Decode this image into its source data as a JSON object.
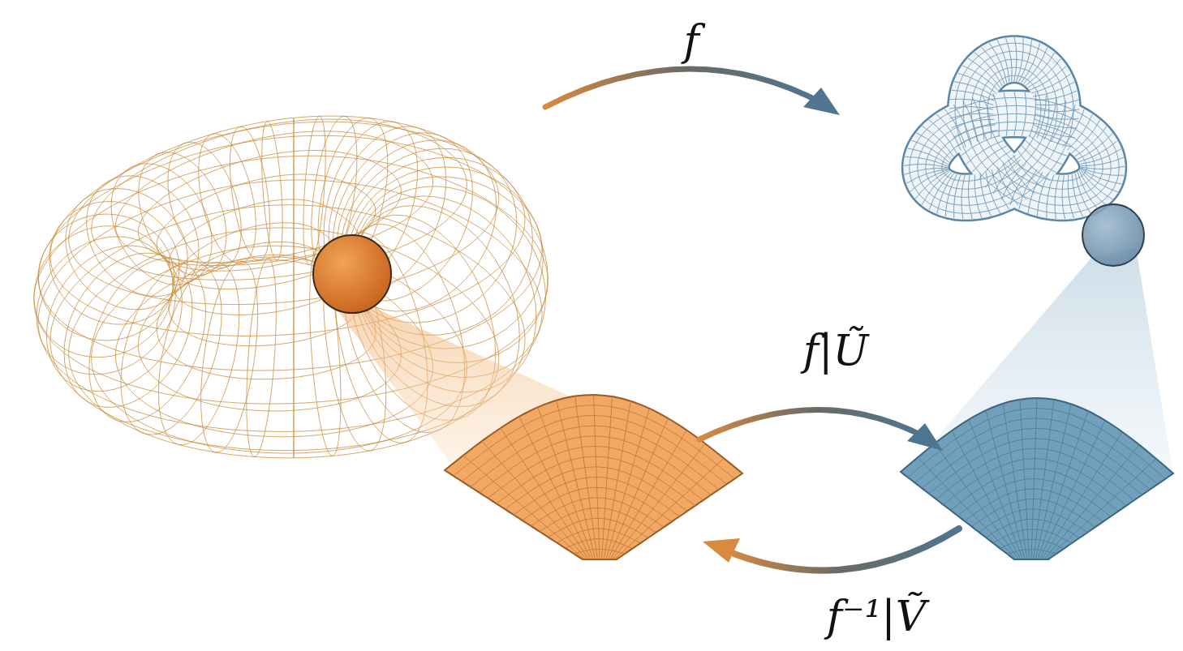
{
  "diagram": {
    "labels": [
      "f",
      "f|Ũ",
      "f⁻¹|Ṽ"
    ]
  }
}
